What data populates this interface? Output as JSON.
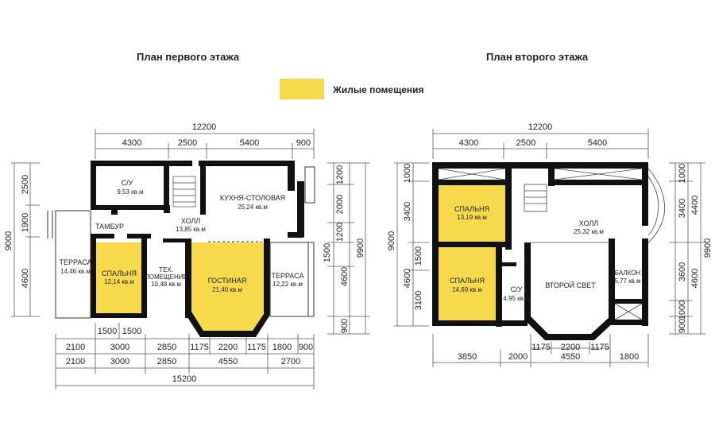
{
  "titles": {
    "first_floor": "План первого этажа",
    "second_floor": "План второго этажа"
  },
  "legend": {
    "label": "Жилые помещения",
    "color": "#f7d94c"
  },
  "floor1": {
    "rooms": {
      "su_name": "С/У",
      "su_area": "9,53 кв.м",
      "kitchen_name": "КУХНЯ-СТОЛОВАЯ",
      "kitchen_area": "25,24 кв.м",
      "hall_name": "ХОЛЛ",
      "hall_area": "13,85 кв.м",
      "tambur": "ТАМБУР",
      "terrace_left_name": "ТЕРРАСА",
      "terrace_left_area": "14,46 кв.м",
      "bedroom_name": "СПАЛЬНЯ",
      "bedroom_area": "12,14 кв.м",
      "tech_name1": "ТЕХ.",
      "tech_name2": "ПОМЕЩЕНИЕ",
      "tech_area": "10,48 кв.м",
      "living_name": "ГОСТИНАЯ",
      "living_area": "21,40 кв.м",
      "terrace_right_name": "ТЕРРАСА",
      "terrace_right_area": "12,22 кв.м"
    },
    "dims": {
      "top_total": "12200",
      "top_a": "4300",
      "top_b": "2500",
      "top_c": "5400",
      "top_d": "900",
      "left_total": "9000",
      "left_a": "2500",
      "left_b": "1900",
      "left_c": "4600",
      "right_a": "1200",
      "right_b": "2000",
      "right_c": "1200",
      "right_d": "1500",
      "right_e": "4600",
      "right_f": "900",
      "right_total": "9900",
      "inner_a": "1500",
      "inner_b": "1500",
      "b1_a": "2100",
      "b1_b": "3000",
      "b1_c": "2850",
      "b1_d": "1175",
      "b1_e": "2200",
      "b1_f": "1175",
      "b1_g": "1800",
      "b1_h": "900",
      "b2_a": "2100",
      "b2_b": "3000",
      "b2_c": "2850",
      "b2_d": "4550",
      "b2_e": "2700",
      "bottom_total": "15200"
    }
  },
  "floor2": {
    "rooms": {
      "bed1_name": "СПАЛЬНЯ",
      "bed1_area": "13,19 кв.м",
      "hall_name": "ХОЛЛ",
      "hall_area": "25,32 кв.м",
      "bed2_name": "СПАЛЬНЯ",
      "bed2_area": "14,69 кв.м",
      "su_name": "С/У",
      "su_area": "4,95 кв.м",
      "second_light": "ВТОРОЙ СВЕТ",
      "balcony_name": "БАЛКОН",
      "balcony_area": "5,77 кв.м"
    },
    "dims": {
      "top_total": "12200",
      "top_a": "4300",
      "top_b": "2500",
      "top_c": "5400",
      "left_total": "9000",
      "left_a": "1000",
      "left_b": "3400",
      "left_c": "1500",
      "left_d": "4600",
      "left_e": "3100",
      "right_a": "1000",
      "right_b": "3400",
      "right_c": "4400",
      "right_d": "3600",
      "right_e": "4600",
      "right_f": "1000",
      "right_g": "900",
      "right_total": "9900",
      "bottom_a": "1175",
      "bottom_b": "2200",
      "bottom_c": "1175",
      "bottom_d": "3850",
      "bottom_e": "2000",
      "bottom_f": "4550",
      "bottom_g": "1800"
    }
  }
}
